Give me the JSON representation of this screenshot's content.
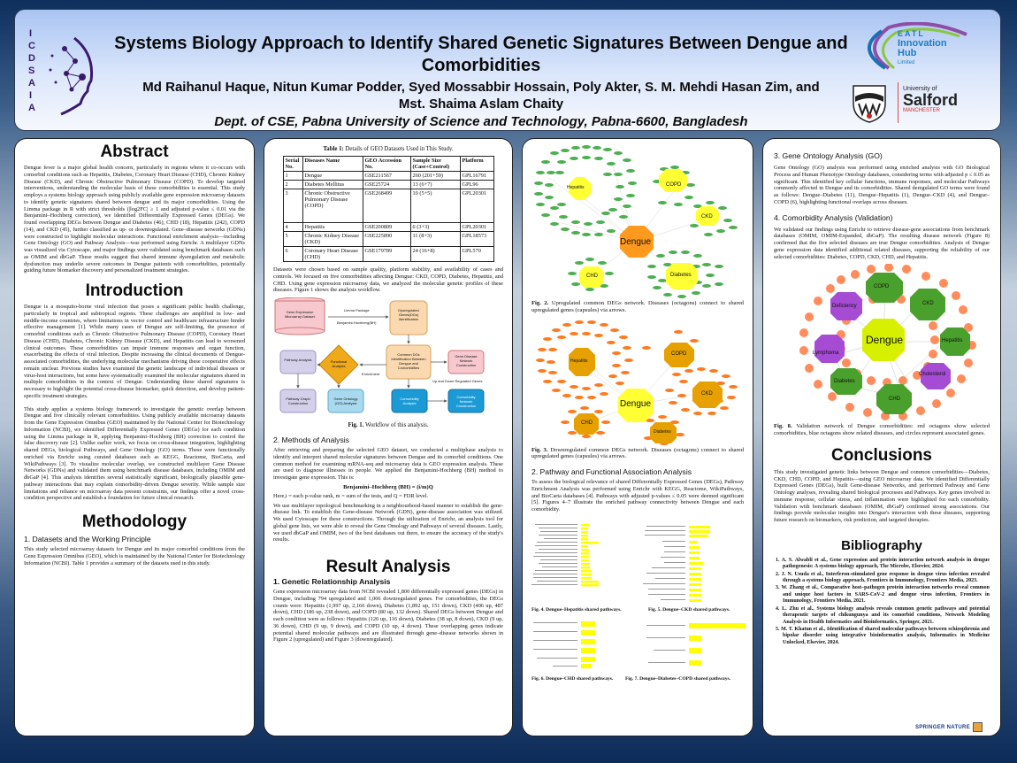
{
  "header": {
    "title": "Systems Biology Approach to Identify Shared Genetic Signatures Between Dengue and Comorbidities",
    "authors_line1": "Md Raihanul Haque, Nitun Kumar Podder, Syed Mossabbir Hossain, Poly Akter, S. M. Mehdi Hasan Zim, and",
    "authors_line2": "Mst. Shaima Aslam Chaity",
    "affiliation": "Dept. of CSE, Pabna University of Science and Technology, Pabna-6600, Bangladesh",
    "left_logo_text": "ICDSAIA",
    "eatl_logo": {
      "line1": "EATL",
      "line2": "Innovation Hub",
      "line3": "Limited"
    },
    "salford_logo": {
      "line1": "University of",
      "line2": "Salford",
      "line3": "MANCHESTER"
    }
  },
  "abstract": {
    "heading": "Abstract",
    "text": "Dengue fever is a major global health concern, particularly in regions where it co-occurs with comorbid conditions such as Hepatitis, Diabetes, Coronary Heart Disease (CHD), Chronic Kidney Disease (CKD), and Chronic Obstructive Pulmonary Disease (COPD). To develop targeted interventions, understanding the molecular basis of these comorbidities is essential. This study employs a systems biology approach using publicly available gene expression microarray datasets to identify genetic signatures shared between dengue and its major comorbidities. Using the Limma package in R with strict thresholds (|log2FC| ≥ 1 and adjusted p-value ≤ 0.01 via the Benjamini–Hochberg correction), we identified Differentially Expressed Genes (DEGs). We found overlapping DEGs between Dengue and Diabetes (46), CHD (18), Hepatitis (242), COPD (14), and CKD (45), further classified as up- or downregulated. Gene–disease networks (GDNs) were constructed to highlight molecular interactions. Functional enrichment analysis—including Gene Ontology (GO) and Pathway Analysis—was performed using Enrichr. A multilayer GDNs was visualized via Cytoscape, and major findings were validated using benchmark databases such as OMIM and dbGaP. These results suggest that shared immune dysregulation and metabolic dysfunction may underlie severe outcomes in Dengue patients with comorbidities, potentially guiding future biomarker discovery and personalized treatment strategies."
  },
  "introduction": {
    "heading": "Introduction",
    "para1": "Dengue is a mosquito-borne viral infection that poses a significant public health challenge, particularly in tropical and subtropical regions. These challenges are amplified in low- and middle-income countries, where limitations in vector control and healthcare infrastructure hinder effective management [1]. While many cases of Dengue are self-limiting, the presence of comorbid conditions such as Chronic Obstructive Pulmonary Disease (COPD), Coronary Heart Disease (CHD), Diabetes, Chronic Kidney Disease (CKD), and Hepatitis can lead to worsened clinical outcomes. These comorbidities can impair immune responses and organ function, exacerbating the effects of viral infection. Despite increasing the clinical documents of Dengue-associated comorbidities, the underlying molecular mechanisms driving these cooperative effects remain unclear. Previous studies have examined the genetic landscape of individual diseases or virus-host interactions, but some have systematically examined the molecular signatures shared in multiple comorbidities in the context of Dengue. Understanding these shared signatures is necessary to highlight the potential cross-disease biomarker, quick detection, and develop patient-specific treatment strategies.",
    "para2": "This study applies a systems biology framework to investigate the genetic overlap between Dengue and five clinically relevant comorbidities. Using publicly available microarray datasets from the Gene Expression Omnibus (GEO) maintained by the National Center for Biotechnology Information (NCBI), we identified Differentially Expressed Genes (DEGs) for each condition using the Limma package in R, applying Benjamini–Hochberg (BH) correction to control the false discovery rate [2]. Unlike earlier work, we focus on cross-disease integration, highlighting shared DEGs, biological Pathways, and Gene Ontology (GO) terms. These were functionally enriched via Enrichr using curated databases such as KEGG, Reactome, BioCarta, and WikiPathways [3]. To visualize molecular overlap, we constructed multilayer Gene Disease Networks (GDNs) and validated them using benchmark disease databases, including OMIM and dbGaP [4]. This analysis identifies several statistically significant, biologically plausible gene-pathway interactions that may explain comorbidity-driven Dengue severity. While sample size limitations and reliance on microarray data present constraints, our findings offer a novel cross-condition perspective and establish a foundation for future clinical research."
  },
  "methodology": {
    "heading": "Methodology",
    "s1_title": "1. Datasets and the Working Principle",
    "s1_text": "This study selected microarray datasets for Dengue and its major comorbid conditions from the Gene Expression Omnibus (GEO), which is maintained by the National Center for Biotechnology Information (NCBI). Table 1 provides a summary of the datasets used in this study.",
    "table_caption_bold": "Table 1:",
    "table_caption": " Details of GEO Datasets Used in This Study.",
    "table_headers": [
      "Serial No.",
      "Diseases Name",
      "GEO Accession No.",
      "Sample Size (Case+Control)",
      "Platform"
    ],
    "table_rows": [
      [
        "1",
        "Dengue",
        "GSE211567",
        "260 (201+59)",
        "GPL16791"
      ],
      [
        "2",
        "Diabetes Mellitus",
        "GSE25724",
        "13 (6+7)",
        "GPL96"
      ],
      [
        "3",
        "Chronic Obstructive Pulmonary Disease (COPD)",
        "GSE268499",
        "10 (5+5)",
        "GPL20301"
      ],
      [
        "4",
        "Hepatitis",
        "GSE200809",
        "6 (3+3)",
        "GPL20301"
      ],
      [
        "5",
        "Chronic Kidney Disease (CKD)",
        "GSE225890",
        "11 (8+3)",
        "GPL18573"
      ],
      [
        "6",
        "Coronary Heart Disease (CHD)",
        "GSE179789",
        "24 (16+8)",
        "GPL570"
      ]
    ],
    "after_table": "Datasets were chosen based on sample quality, platform stability, and availability of cases and controls. We focused on five comorbidities affecting Dengue: CKD, COPD, Diabetes, Hepatitis, and CHD. Using gene expression microarray data, we analyzed the molecular genetic profiles of these diseases. Figure 1 shows the analysis workflow.",
    "workflow": {
      "dataset": "Gene Expression Microarray Dataset",
      "limma": "Limma Package",
      "bh": "Benjamini-Hochberg(BH)",
      "dysreg": "Dysregulated Genes(DGs) Identification",
      "common": "Common DGs Identification Between Dengue and Comorbidities",
      "gdn": "Gene Disease Network Construction",
      "functional": "Functional Analysis",
      "enrichment": "Enrichment",
      "pathway": "Pathway Analysis",
      "pathway_graph": "Pathway Graph Construction",
      "go": "Gene Ontology (GO) Analysis",
      "updown": "Up and Down Regulated Genes",
      "comorbidity": "Comorbidity Analysis",
      "com_net": "Comorbidity Network Construction"
    },
    "fig1_caption_bold": "Fig. 1.",
    "fig1_caption": " Workflow of this analysis.",
    "s2_title": "2. Methods of Analysis",
    "s2_para1": "After retrieving and preparing the selected GEO dataset, we conducted a multiphase analysis to identify and interpret shared molecular signatures between Dengue and its comorbid conditions. One common method for examining mRNA-seq and microarray data is GEO expression analysis. These are used to diagnose illnesses in people. We applied the Benjamini-Hochberg (BH) method to investigate gene expression. This is:",
    "s2_formula": "Benjamini–Hochberg (BH) = (i/m)Q",
    "s2_where": "Here,i = each p-value rank, m = sum of the tests, and Q = FDR level.",
    "s2_para2": "We use multilayer topological benchmarking in a neighbourhood-based manner to establish the gene-disease link. To establish the Gene-disease Network (GDN), gene-disease association was utilized. We used Cytoscape for these constructions. Through the utilization of Enrichr, an analysis tool for global gene lists, we were able to reveal the Gene Omology and Pathways of several diseases. Lastly, we used dbGaP and OMIM, two of the best databases out there, to ensure the accuracy of the study's results."
  },
  "results": {
    "heading": "Result Analysis",
    "s1_title": "1. Genetic Relationship Analysis",
    "s1_text": "Gene expression microarray data from NCBI revealed 1,800 differentially expressed genes (DEGs) in Dengue, including 794 upregulated and 1,006 downregulated genes. For comorbidities, the DEGs counts were: Hepatitis (1,997 up, 2,166 down), Diabetes (1,892 up, 151 down), CKD (406 up, 487 down), CHD (186 up, 238 down), and COPD (80 up, 132 down). Shared DEGs between Dengue and each condition were as follows: Hepatitis (126 up, 116 down), Diabetes (38 up, 8 down), CKD (9 up, 36 down), CHD (9 up, 9 down), and COPD (10 up, 4 down). These overlapping genes indicate potential shared molecular pathways and are illustrated through gene–disease networks shown in Figure 2 (upregulated) and Figure 3 (downregulated).",
    "fig2": {
      "nodes": [
        "Hepatitis",
        "COPD",
        "CKD",
        "Dengue",
        "CHD",
        "Diabetes"
      ],
      "caption_bold": "Fig. 2.",
      "caption": " Upregulated common DEGs network. Diseases (octagons) connect to shared upregulated genes (capsules) via arrows."
    },
    "fig3": {
      "nodes": [
        "Hepatitis",
        "COPD",
        "CKD",
        "Dengue",
        "CHD",
        "Diabetes"
      ],
      "caption_bold": "Fig. 3.",
      "caption": " Downregulated common DEGs network. Diseases (octagons) connect to shared upregulated genes (capsules) via arrows."
    },
    "s2_title": "2. Pathway and Functional Association Analysis",
    "s2_text": "To assess the biological relevance of shared Differentially Expressed Genes (DEGs), Pathway Enrichment Analysis was performed using Enrichr with KEGG, Reactome, WikiPathways, and BioCarta databases [4]. Pathways with adjusted p-values ≤ 0.05 were deemed significant [5]. Figures 4–7 illustrate the enriched pathway connectivity between Dengue and each comorbidity.",
    "fig4_caption": "Fig. 4. Dengue–Hepatitis shared pathways.",
    "fig5_caption": "Fig. 5. Dengue–CKD shared pathways.",
    "fig6_caption": "Fig. 6. Dengue–CHD shared pathways.",
    "fig7_caption": "Fig. 7. Dengue–Diabetes–COPD shared pathways.",
    "s3_title": "3. Gene Ontology Analysis (GO)",
    "s3_text": "Gene Ontology (GO) analysis was performed using enriched analysis with GO Biological Process and Human Phenotype Ontology databases, considering terms with adjusted p ≤ 0.05 as significant. This identified key cellular functions, immune responses, and molecular Pathways commonly affected in Dengue and its comorbidities. Shared deregulated GO terms were found as follows: Dengue–Diabetes (11), Dengue–Hepatitis (1), Dengue–CKD (4), and Dengue–COPD (6), highlighting functional overlaps across diseases.",
    "s4_title": "4. Comorbidity Analysis (Validation)",
    "s4_text": "We validated our findings using Enrichr to retrieve disease-gene associations from benchmark databases (OMIM, OMIM-Expanded, dbGaP). The resulting disease network (Figure 8) confirmed that the five selected diseases are true Dengue comorbidities. Analysis of Dengue gene expression data identified additional related diseases, supporting the reliability of our selected comorbidities: Diabetes, COPD, CKD, CHD, and Hepatitis.",
    "fig8": {
      "center": "Dengue",
      "comorbidities": [
        "COPD",
        "CKD",
        "Hepatitis",
        "CHD",
        "Diabetes"
      ],
      "related": [
        "Deficiency",
        "Lymphoma",
        "Cholesterol"
      ],
      "caption_bold": "Fig. 8.",
      "caption": " Validation network of Dengue comorbidities: red octagons show selected comorbidities, blue octagons show related diseases, and circles represent associated genes."
    }
  },
  "conclusions": {
    "heading": "Conclusions",
    "text": "This study investigated genetic links between Dengue and common comorbidities—Diabetes, CKD, CHD, COPD, and Hepatitis—using GEO microarray data. We identified Differentially Expressed Genes (DEGs), built Gene-disease Networks, and performed Pathway and Gene Ontology analyses, revealing shared biological processes and Pathways. Key genes involved in immune response, cellular stress, and inflammation were highlighted for each comorbidity. Validation with benchmark databases (OMIM, dbGaP) confirmed strong associations. Our findings provide molecular insights into Dengue's interaction with these diseases, supporting future research on biomarkers, risk prediction, and targeted therapies."
  },
  "bibliography": {
    "heading": "Bibliography",
    "items": [
      "1. A. S. Alwabli et al., Gene expression and protein interaction network analysis in dengue pathogenesis: A systems biology approach, The Microbe, Elsevier, 2024.",
      "2. J. N. Usuda et al., Interferon-stimulated gene response in dengue virus infection revealed through a systems biology approach, Frontiers in Immunology, Frontiers Media, 2023.",
      "3. W. Zhang et al., Comparative host–pathogen protein interaction networks reveal common and unique host factors in SARS-CoV-2 and dengue virus infection, Frontiers in Immunology, Frontiers Media, 2021.",
      "4. L. Zhu et al., Systems biology analysis reveals common genetic pathways and potential therapeutic targets of chikungunya and its comorbid conditions, Network Modeling Analysis in Health Informatics and Bioinformatics, Springer, 2021.",
      "5. M. T. Khatun et al., Identification of shared molecular pathways between schizophrenia and bipolar disorder using integrative bioinformatics analysis, Informatics in Medicine Unlocked, Elsevier, 2024."
    ],
    "publisher_logo": "SPRINGER NATURE"
  }
}
